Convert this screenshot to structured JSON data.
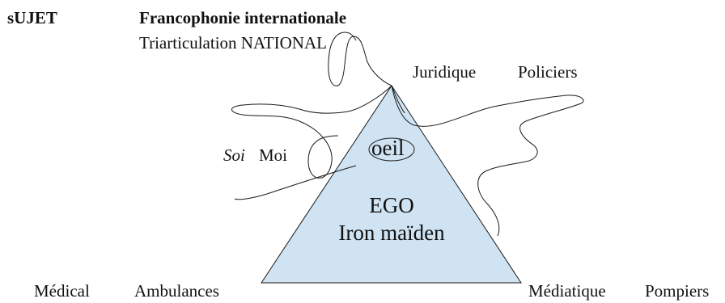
{
  "header": {
    "subject_label": "sUJET",
    "title": "Francophonie internationale",
    "subtitle": "Triarticulation NATIONAL"
  },
  "top_right": {
    "juridique": "Juridique",
    "policiers": "Policiers"
  },
  "left": {
    "soi": "Soi",
    "moi": "Moi"
  },
  "triangle": {
    "fill_color": "#cfe3f2",
    "stroke_color": "#1a1a1a",
    "eye_label": "oeil",
    "ego": "EGO",
    "iron": "Iron maïden"
  },
  "bottom": {
    "medical": "Médical",
    "ambulances": "Ambulances",
    "mediatique": "Médiatique",
    "pompiers": "Pompiers"
  }
}
